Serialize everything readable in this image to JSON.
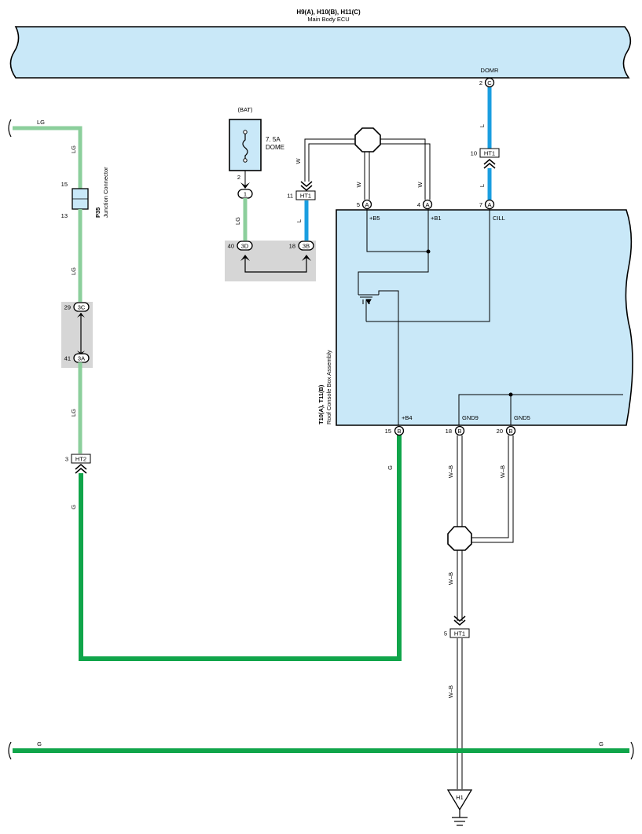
{
  "main_ecu": {
    "connectors": "H9(A), H10(B), H11(C)",
    "name": "Main Body ECU",
    "terminal": "DOMR",
    "pin": "2",
    "pin_conn": "C"
  },
  "roof_console": {
    "connectors": "T10(A), T11(B)",
    "name": "Roof Console Box Assembly",
    "terminals": {
      "b5": "+B5",
      "b1": "+B1",
      "cill": "CILL",
      "b4": "+B4",
      "gnd9": "GND9",
      "gnd5": "GND5"
    },
    "pins": {
      "b5": "5",
      "b1": "4",
      "cill": "7",
      "b4": "15",
      "gnd9": "18",
      "gnd5": "20"
    },
    "pin_conns": {
      "a": "A",
      "b": "B"
    }
  },
  "fuse": {
    "source": "(BAT)",
    "rating": "7. 5A",
    "name": "DOME",
    "pin": "2",
    "conn": "1"
  },
  "junction_connector": {
    "id": "P35",
    "name": "Junction Connector",
    "pin_top": "15",
    "pin_bottom": "13"
  },
  "junction_block": {
    "pins": {
      "p40": "40",
      "p18": "18",
      "p29": "29",
      "p41": "41"
    },
    "conns": {
      "c3d": "3D",
      "c3b": "3B",
      "c3c": "3C",
      "c3a": "3A"
    }
  },
  "connectors": {
    "ht1_l": {
      "pin": "10",
      "label": "HT1"
    },
    "ht1_w": {
      "pin": "11",
      "label": "HT1"
    },
    "ht2": {
      "pin": "3",
      "label": "HT2"
    },
    "ht1_wb": {
      "pin": "5",
      "label": "HT1"
    }
  },
  "ground": {
    "label": "H1"
  },
  "wire_colors": {
    "lg": "LG",
    "g": "G",
    "l": "L",
    "w": "W",
    "wb": "W–B"
  },
  "colors": {
    "ecu_fill": "#c9e8f8",
    "wire_lg": "#8ccf9c",
    "wire_g": "#10a54a",
    "wire_l": "#1a9ee0",
    "junction_fill": "#d6d6d6"
  }
}
